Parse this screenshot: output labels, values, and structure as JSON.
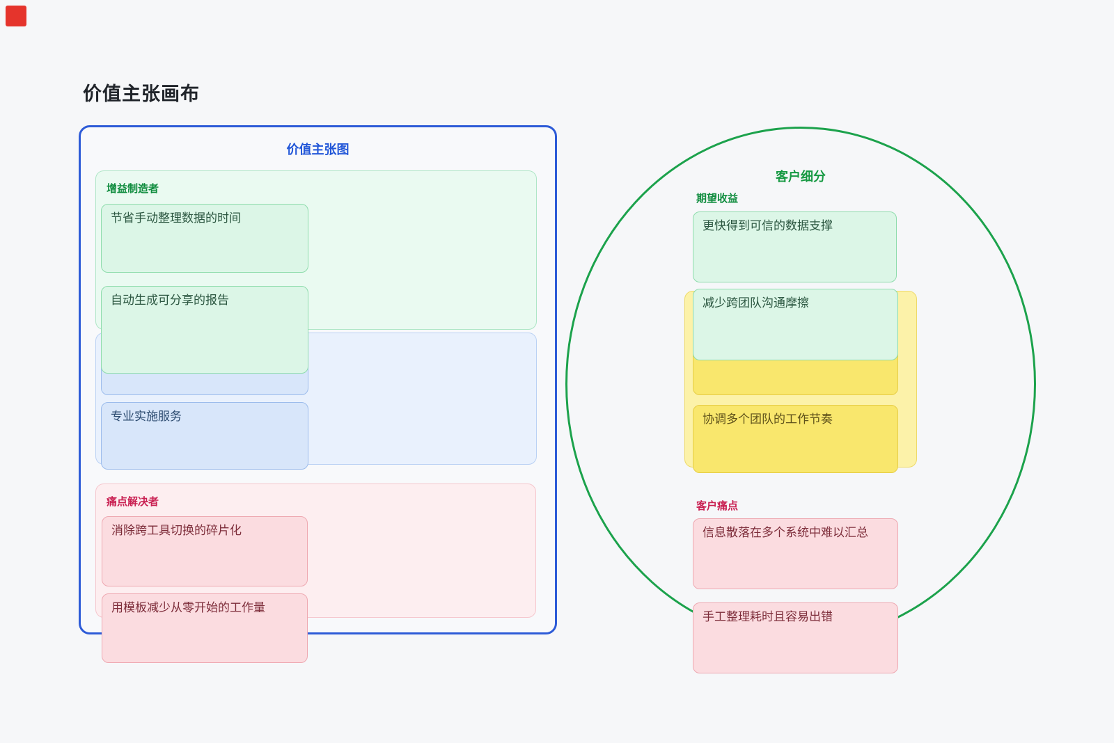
{
  "page": {
    "title": "价值主张画布"
  },
  "value_map": {
    "title": "价值主张图",
    "gain_creators": {
      "label": "增益制造者",
      "cards": [
        "节省手动整理数据的时间",
        "自动生成可分享的报告"
      ]
    },
    "products_services": {
      "cards": [
        "专业实施服务"
      ]
    },
    "pain_relievers": {
      "label": "痛点解决者",
      "cards": [
        "消除跨工具切换的碎片化",
        "用模板减少从零开始的工作量"
      ]
    }
  },
  "customer_segment": {
    "title": "客户细分",
    "gains": {
      "label": "期望收益",
      "cards": [
        "更快得到可信的数据支撑",
        "减少跨团队沟通摩擦"
      ]
    },
    "jobs": {
      "cards": [
        "协调多个团队的工作节奏"
      ]
    },
    "pains": {
      "label": "客户痛点",
      "cards": [
        "信息散落在多个系统中难以汇总",
        "手工整理耗时且容易出错"
      ]
    }
  },
  "colors": {
    "page_background": "#f6f7f9",
    "accent_blue": "#2d5bd7",
    "accent_green": "#1ca24c",
    "accent_red": "#c92052",
    "accent_yellow": "#e6cd45",
    "marker_red": "#e5342c"
  }
}
